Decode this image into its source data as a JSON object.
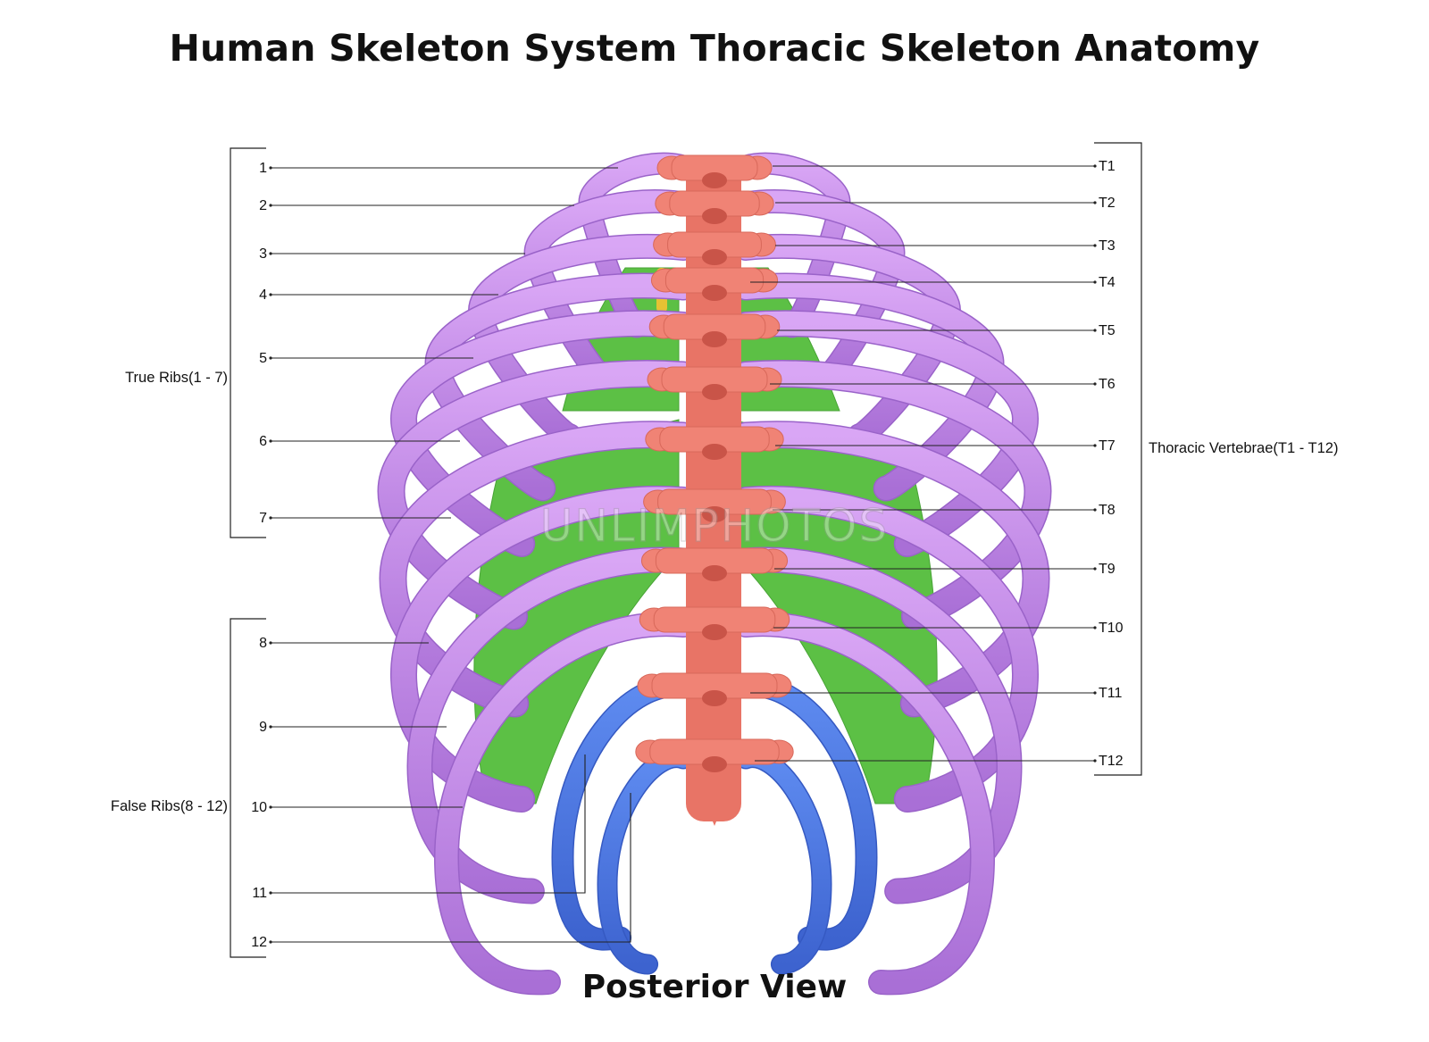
{
  "title": "Human Skeleton System Thoracic Skeleton Anatomy",
  "view": "Posterior View",
  "groups": {
    "true_ribs": "True Ribs(1 - 7)",
    "false_ribs": "False Ribs(8 - 12)",
    "vertebrae": "Thoracic Vertebrae(T1 - T12)"
  },
  "rib_labels": [
    "1",
    "2",
    "3",
    "4",
    "5",
    "6",
    "7",
    "8",
    "9",
    "10",
    "11",
    "12"
  ],
  "vertebra_labels": [
    "T1",
    "T2",
    "T3",
    "T4",
    "T5",
    "T6",
    "T7",
    "T8",
    "T9",
    "T10",
    "T11",
    "T12"
  ],
  "watermark": "UNLIMPHOTOS",
  "colors": {
    "true_ribs": "#c38be8",
    "false_ribs_upper": "#b988e6",
    "floating_ribs": "#4f78e0",
    "vertebrae": "#f08375",
    "costal_cartilage": "#5cc045",
    "sternum": "#e6c233"
  }
}
